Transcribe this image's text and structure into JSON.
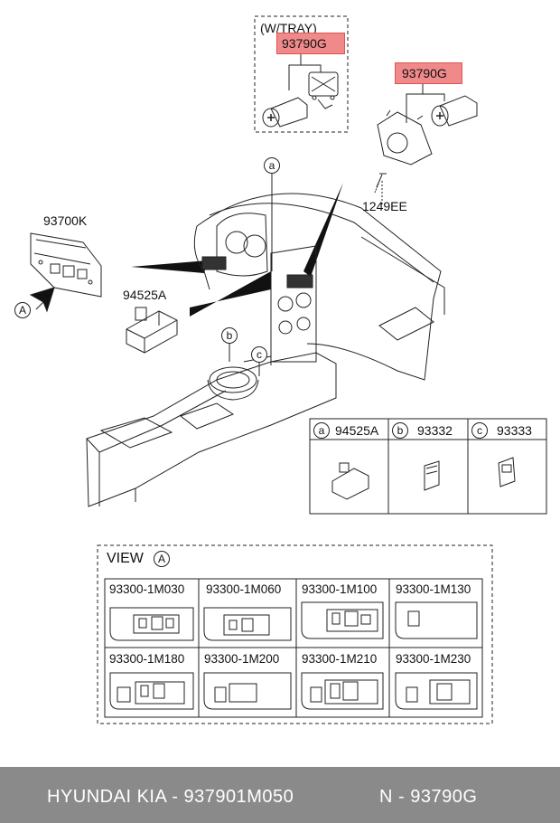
{
  "tray": {
    "title": "(W/TRAY)",
    "part": "93790G"
  },
  "main_part": "93790G",
  "screw": "1249EE",
  "switch_left": "93700K",
  "switch_a": "94525A",
  "view_arrow_letter": "A",
  "callouts": [
    "a",
    "b",
    "c"
  ],
  "legend": [
    {
      "letter": "a",
      "part": "94525A"
    },
    {
      "letter": "b",
      "part": "93332"
    },
    {
      "letter": "c",
      "part": "93333"
    }
  ],
  "view": {
    "title": "VIEW",
    "letter": "A",
    "row1": [
      "93300-1M030",
      "93300-1M060",
      "93300-1M100",
      "93300-1M130"
    ],
    "row2": [
      "93300-1M180",
      "93300-1M200",
      "93300-1M210",
      "93300-1M230"
    ]
  },
  "footer": {
    "brand": "HYUNDAI  KIA - 937901M050",
    "ref": "N - 93790G"
  },
  "colors": {
    "highlight": "#f08a8a",
    "footer": "#8a8a8a"
  }
}
